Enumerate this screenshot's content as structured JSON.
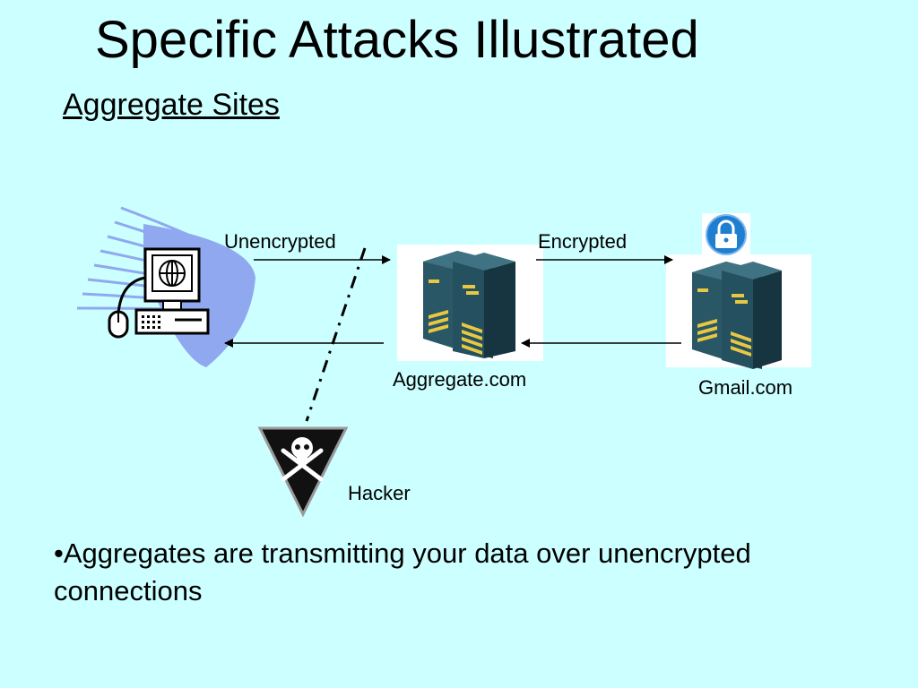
{
  "slide": {
    "title": "Specific Attacks Illustrated",
    "subtitle": "Aggregate Sites"
  },
  "diagram": {
    "unencrypted_label": "Unencrypted",
    "encrypted_label": "Encrypted",
    "aggregate_label": "Aggregate.com",
    "gmail_label": "Gmail.com",
    "hacker_label": "Hacker"
  },
  "bullet": "•Aggregates are transmitting your data over unencrypted connections",
  "icons": {
    "user": "computer-terminal-icon",
    "server": "server-rack-icon",
    "lock": "padlock-icon",
    "hacker": "skull-crossbones-icon"
  },
  "colors": {
    "background": "#ccffff",
    "rack": "#1f4150",
    "rack_lights": "#e8c840",
    "lock_blue": "#1e7fd0",
    "swoosh": "#8fa8f0"
  }
}
